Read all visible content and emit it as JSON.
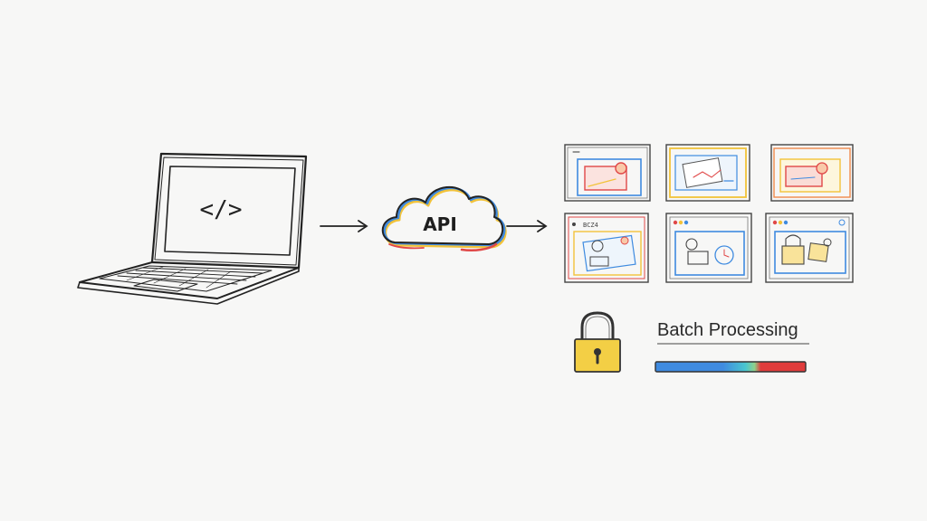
{
  "laptop": {
    "code_symbol": "</>"
  },
  "cloud": {
    "label": "API"
  },
  "thumbnails": {
    "captions": [
      "",
      "",
      "",
      "BCZ4",
      "",
      ""
    ]
  },
  "batch": {
    "label": "Batch Processing",
    "progress_colors": [
      "#3f8be0",
      "#49c6cf",
      "#e03c3c"
    ]
  },
  "colors": {
    "ink": "#222222",
    "blue": "#3f8be0",
    "yellow": "#f2c33a",
    "red": "#e04848",
    "orange": "#f08a4b",
    "lock_yellow": "#f3cf45"
  }
}
